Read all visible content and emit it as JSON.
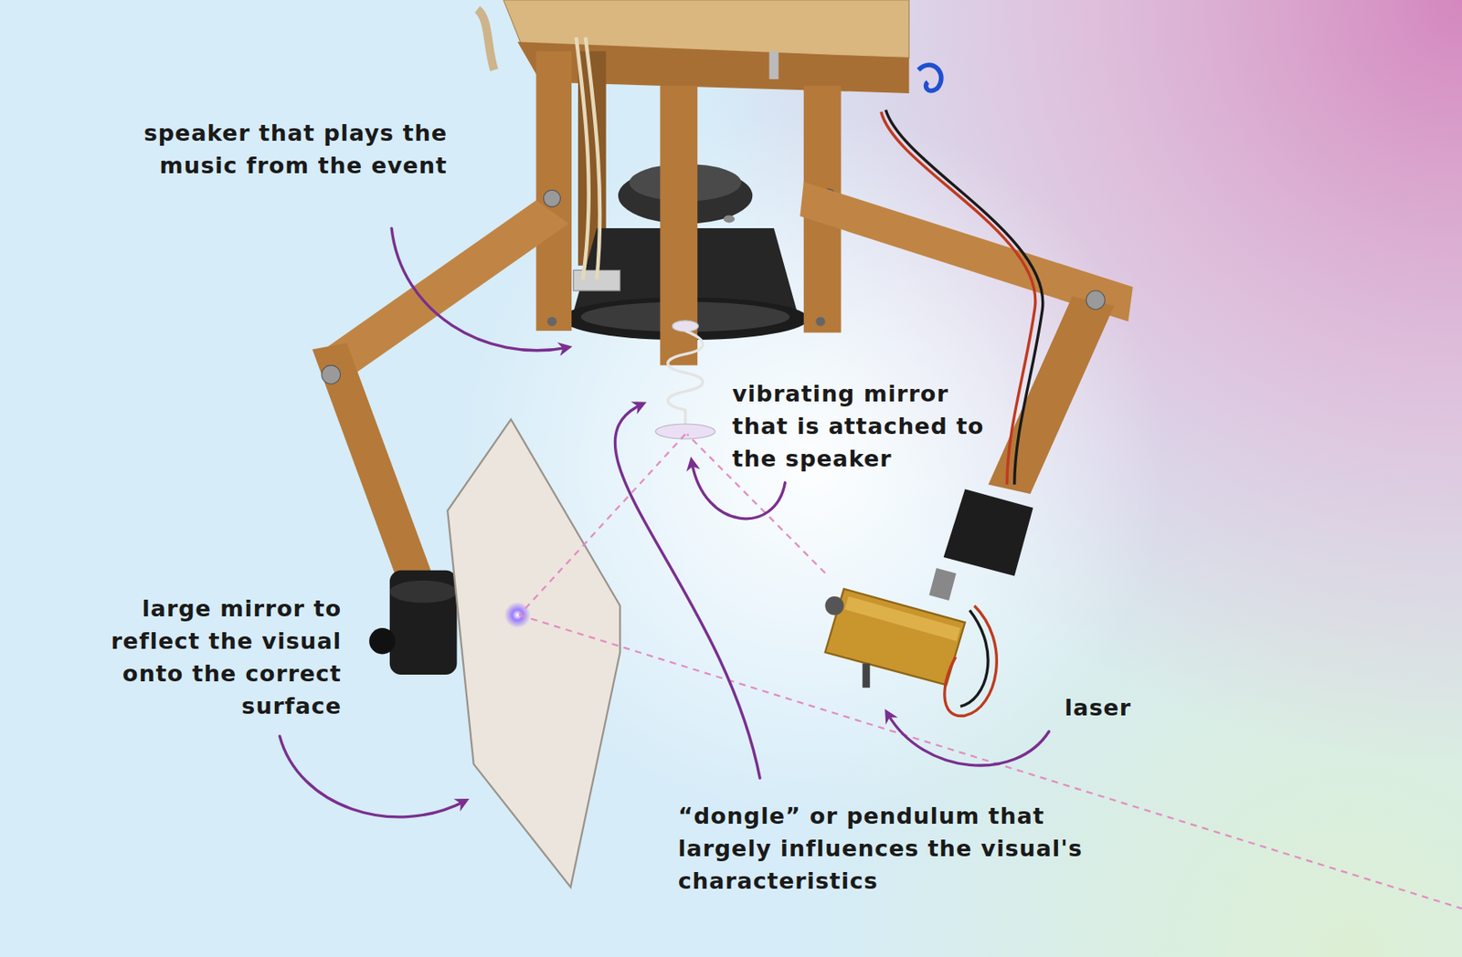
{
  "diagram": {
    "labels": [
      "speaker that plays the music from the event",
      "vibrating mirror that is attached to the speaker",
      "large mirror to reflect the visual onto the correct surface",
      "laser",
      "“dongle” or pendulum that largely influences the visual's characteristics"
    ]
  }
}
